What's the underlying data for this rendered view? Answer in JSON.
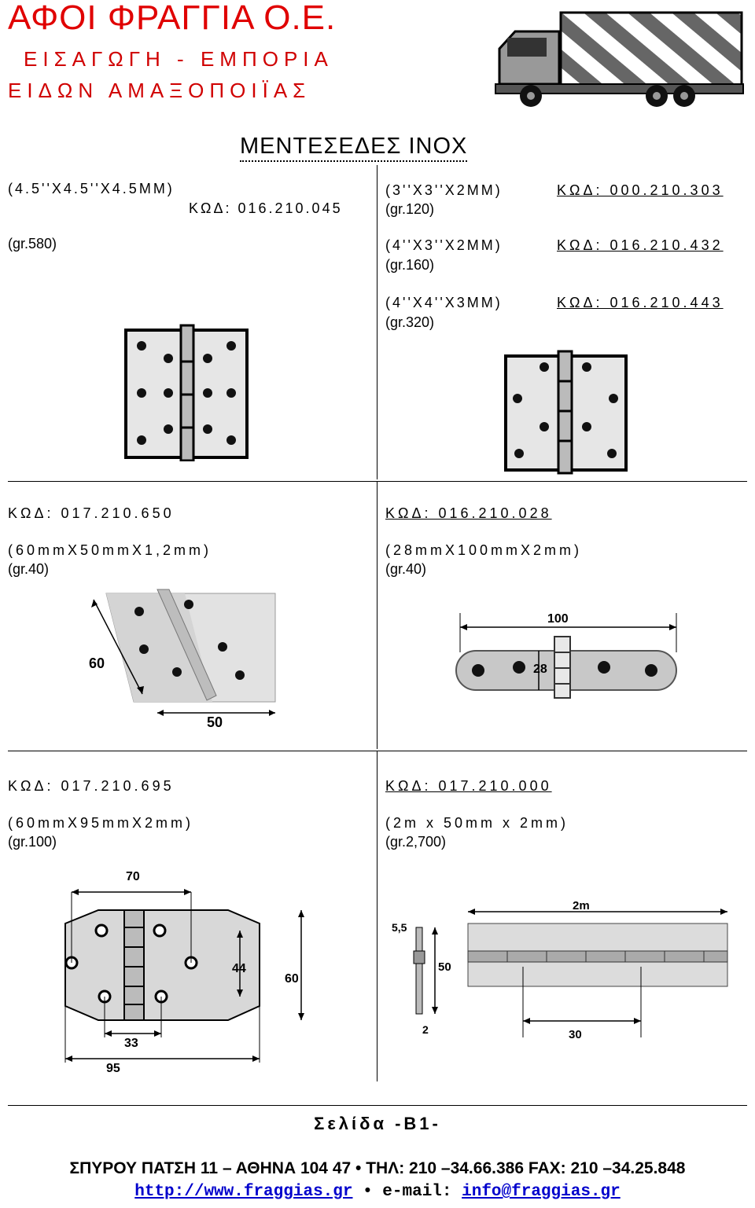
{
  "header": {
    "company": "ΑΦΟΙ ΦΡΑΓΓΙΑ Ο.Ε.",
    "line1": "ΕΙΣΑΓΩΓΗ - ΕΜΠΟΡΙΑ",
    "line2": "ΕΙΔΩΝ ΑΜΑΞΟΠΟΙΪΑΣ"
  },
  "title": "ΜΕΝΤΕΣΕΔΕΣ ΙΝΟΧ",
  "section1": {
    "left_dims": "(4.5''Χ4.5''Χ4.5ΜΜ)",
    "left_code": "ΚΩΔ: 016.210.045",
    "left_weight": "(gr.580)",
    "items": [
      {
        "dims": "(3''Χ3''Χ2ΜΜ)",
        "weight": "(gr.120)",
        "code": "ΚΩΔ: 000.210.303"
      },
      {
        "dims": "(4''Χ3''Χ2ΜΜ)",
        "weight": "(gr.160)",
        "code": "ΚΩΔ: 016.210.432"
      },
      {
        "dims": "(4''Χ4''Χ3ΜΜ)",
        "weight": "(gr.320)",
        "code": "ΚΩΔ: 016.210.443"
      }
    ]
  },
  "section2": {
    "left": {
      "code": "ΚΩΔ: 017.210.650",
      "dims": "(60mmX50mmX1,2mm)",
      "weight": "(gr.40)",
      "label_a": "60",
      "label_b": "50"
    },
    "right": {
      "code": "ΚΩΔ: 016.210.028",
      "dims": "(28mmX100mmX2mm)",
      "weight": "(gr.40)",
      "label_a": "100",
      "label_b": "28"
    }
  },
  "section3": {
    "left": {
      "code": "ΚΩΔ: 017.210.695",
      "dims": "(60mmX95mmX2mm)",
      "weight": "(gr.100)",
      "label_a": "70",
      "label_b": "44",
      "label_c": "60",
      "label_d": "33",
      "label_e": "95"
    },
    "right": {
      "code": "ΚΩΔ: 017.210.000",
      "dims": "(2m x 50mm x 2mm)",
      "weight": "(gr.2,700)",
      "label_a": "2m",
      "label_b": "5,5",
      "label_c": "50",
      "label_d": "2",
      "label_e": "30"
    }
  },
  "footer": {
    "page": "Σελίδα -Β1-",
    "address": "ΣΠΥΡΟΥ ΠΑΤΣΗ 11 – ΑΘΗΝΑ 104 47 • ΤΗΛ: 210 –34.66.386 FAX: 210 –34.25.848",
    "website": "http://www.fraggias.gr",
    "separator": " • e-mail: ",
    "email": "info@fraggias.gr"
  }
}
